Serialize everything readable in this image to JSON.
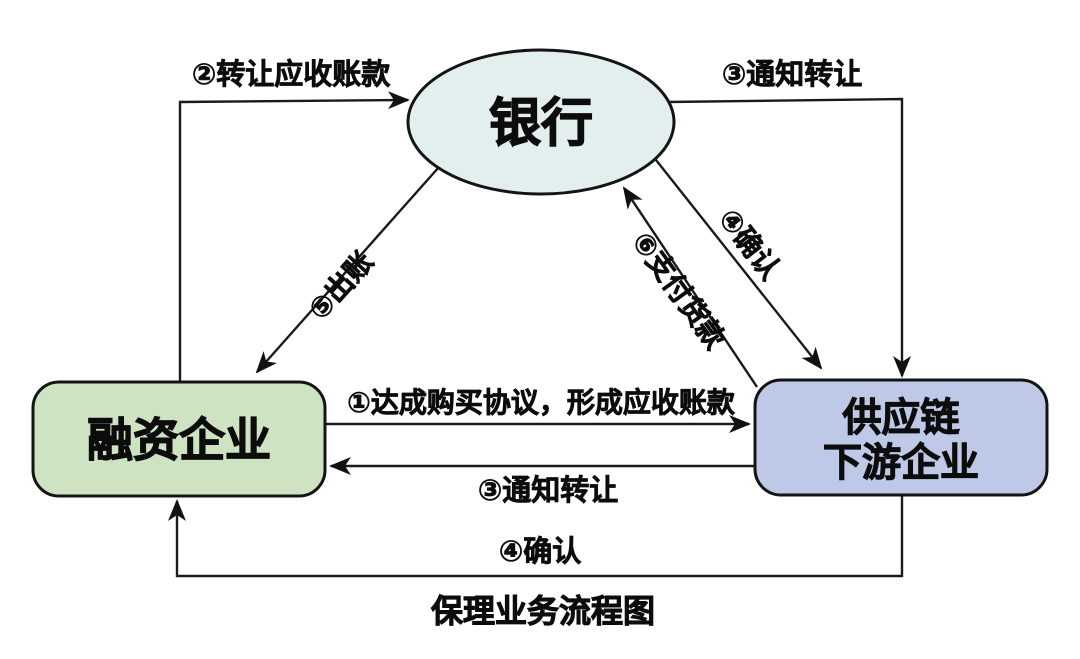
{
  "diagram": {
    "caption": "保理业务流程图",
    "colors": {
      "background": "#ffffff",
      "stroke": "#1a1a1a",
      "bank_fill": "#e3eeee",
      "financing_fill": "#cde3c2",
      "downstream_fill": "#bdc9e6"
    },
    "nodes": {
      "bank": {
        "label": "银行",
        "shape": "ellipse"
      },
      "financing": {
        "label": "融资企业",
        "shape": "rounded-rect"
      },
      "downstream": {
        "label_line1": "供应链",
        "label_line2": "下游企业",
        "shape": "rounded-rect"
      }
    },
    "edges": {
      "step1": {
        "label": "①达成购买协议，形成应收账款",
        "from": "融资企业",
        "to": "供应链下游企业"
      },
      "step2": {
        "label": "②转让应收账款",
        "from": "融资企业",
        "to": "银行"
      },
      "step3_top": {
        "label": "③通知转让",
        "from": "银行",
        "to": "供应链下游企业"
      },
      "step3_mid": {
        "label": "③通知转让",
        "from": "供应链下游企业",
        "to": "融资企业"
      },
      "step4_diag": {
        "label": "④确认",
        "from": "银行",
        "to": "供应链下游企业"
      },
      "step4_bottom": {
        "label": "④确认",
        "from": "供应链下游企业",
        "to": "融资企业"
      },
      "step5": {
        "label": "⑤出账",
        "from": "银行",
        "to": "融资企业"
      },
      "step6": {
        "label": "⑥支付货款",
        "from": "供应链下游企业",
        "to": "银行"
      }
    }
  }
}
